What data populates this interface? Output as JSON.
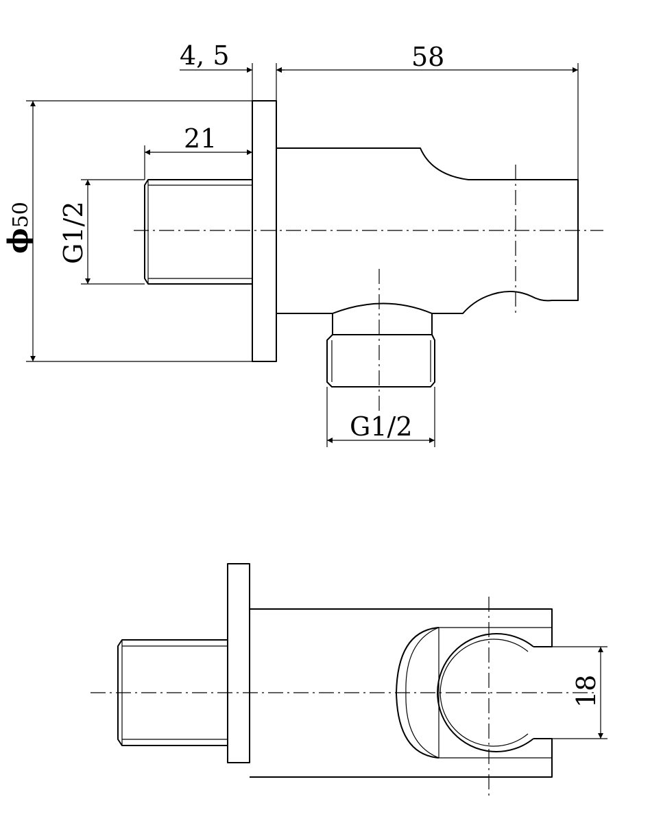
{
  "drawing": {
    "colors": {
      "line": "#000000",
      "background": "#ffffff"
    },
    "dimensions": {
      "flange_thickness": "4, 5",
      "overall_length": "58",
      "thread_length": "21",
      "flange_diameter_symbol": "ϕ",
      "flange_diameter_value": "50",
      "inlet_thread": "G1/2",
      "outlet_thread": "G1/2",
      "holder_width": "18"
    }
  }
}
